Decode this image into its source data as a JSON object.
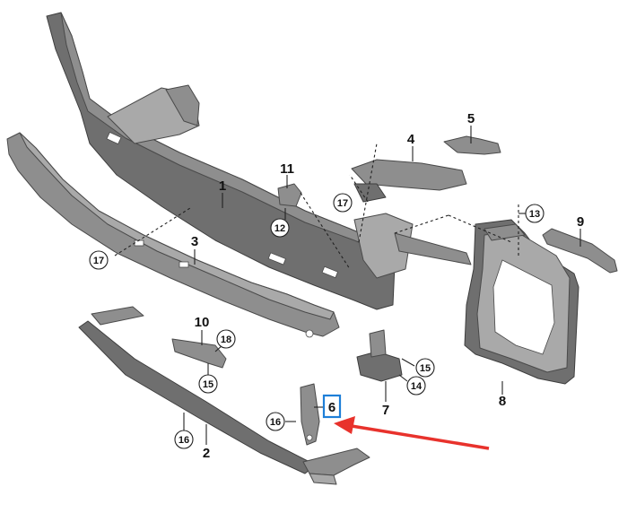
{
  "diagram": {
    "part_labels": [
      {
        "id": "p1",
        "text": "1"
      },
      {
        "id": "p2",
        "text": "2"
      },
      {
        "id": "p3",
        "text": "3"
      },
      {
        "id": "p4",
        "text": "4"
      },
      {
        "id": "p5",
        "text": "5"
      },
      {
        "id": "p6",
        "text": "6"
      },
      {
        "id": "p7",
        "text": "7"
      },
      {
        "id": "p8",
        "text": "8"
      },
      {
        "id": "p9",
        "text": "9"
      },
      {
        "id": "p10",
        "text": "10"
      },
      {
        "id": "p11",
        "text": "11"
      }
    ],
    "circled_labels": [
      {
        "id": "c12",
        "text": "12"
      },
      {
        "id": "c13",
        "text": "13"
      },
      {
        "id": "c14",
        "text": "14"
      },
      {
        "id": "c15a",
        "text": "15"
      },
      {
        "id": "c15b",
        "text": "15"
      },
      {
        "id": "c16a",
        "text": "16"
      },
      {
        "id": "c16b",
        "text": "16"
      },
      {
        "id": "c17a",
        "text": "17"
      },
      {
        "id": "c17b",
        "text": "17"
      },
      {
        "id": "c18",
        "text": "18"
      }
    ],
    "highlight": {
      "label": "6",
      "box_color": "#1e7fd8",
      "arrow_color": "#e8322c"
    }
  }
}
